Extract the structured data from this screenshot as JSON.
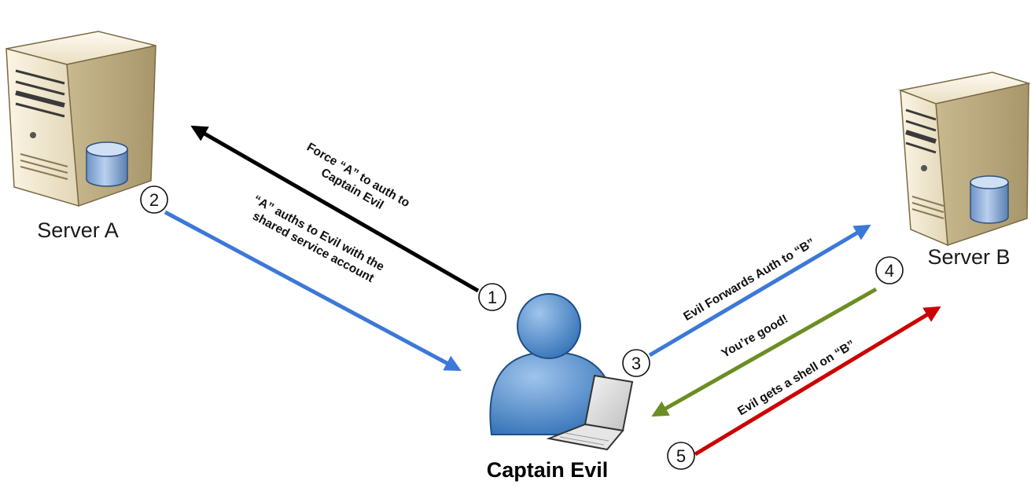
{
  "nodes": {
    "server_a": {
      "label": "Server A"
    },
    "server_b": {
      "label": "Server B"
    },
    "attacker": {
      "label": "Captain Evil"
    }
  },
  "steps": [
    {
      "number": "1",
      "text": [
        "Force “A” to auth to",
        "Captain Evil"
      ],
      "color": "#000000"
    },
    {
      "number": "2",
      "text": [
        "“A” auths to Evil with the",
        "shared service account"
      ],
      "color": "#3c78d8"
    },
    {
      "number": "3",
      "text": [
        "Evil Forwards Auth to “B”"
      ],
      "color": "#3c78d8"
    },
    {
      "number": "4",
      "text": [
        "You’re good!"
      ],
      "color": "#6b8e23"
    },
    {
      "number": "5",
      "text": [
        "Evil gets a shell on  “B”"
      ],
      "color": "#cc0000"
    }
  ],
  "icons": [
    "server-icon",
    "database-icon",
    "user-icon",
    "laptop-icon"
  ]
}
